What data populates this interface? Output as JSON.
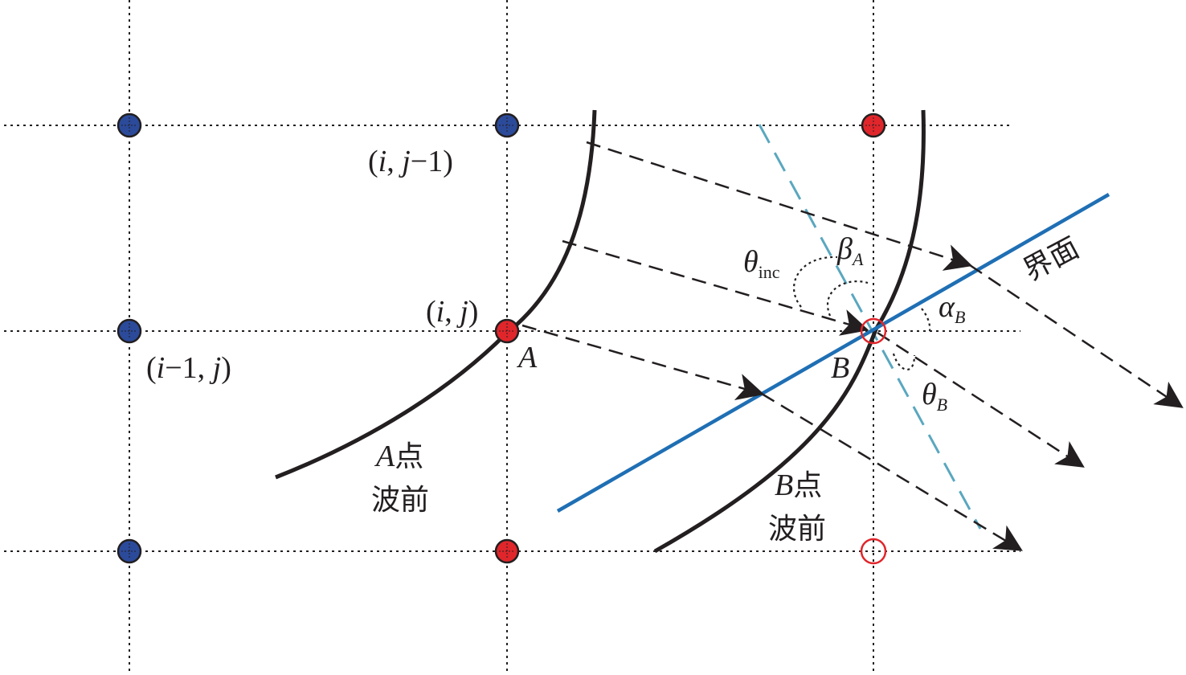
{
  "colors": {
    "grid": "#231f20",
    "wavefront": "#231f20",
    "interface": "#1f6fb4",
    "normal": "#5aa7bf",
    "node_blue": "#2b4a9a",
    "node_red": "#e0262b",
    "ray": "#231f20"
  },
  "icons": {
    "node_blue": "filled-blue-circle",
    "node_red": "filled-red-circle",
    "node_open": "open-red-circle",
    "arrowhead": "triangle-arrowhead"
  },
  "labels": {
    "node_i_jm1": {
      "open": "(",
      "i": "i",
      "comma": ", ",
      "j": "j",
      "rest": "−1)"
    },
    "node_i_j": {
      "open": "(",
      "i": "i",
      "comma": ", ",
      "j": "j",
      "close": ")"
    },
    "node_im1_j": {
      "open": "(",
      "i": "i",
      "mid": "−1, ",
      "j": "j",
      "close": ")"
    },
    "point_A": "A",
    "point_B": "B",
    "theta": "θ",
    "theta_inc_sub": "inc",
    "beta": "β",
    "beta_sub": "A",
    "alpha": "α",
    "alpha_sub": "B",
    "thetaB_sub": "B",
    "interface": "界面",
    "wavefront_A_letter": "A",
    "wavefront_A_point": "点",
    "wavefront_A_word": "波前",
    "wavefront_B_letter": "B",
    "wavefront_B_point": "点",
    "wavefront_B_word": "波前"
  }
}
